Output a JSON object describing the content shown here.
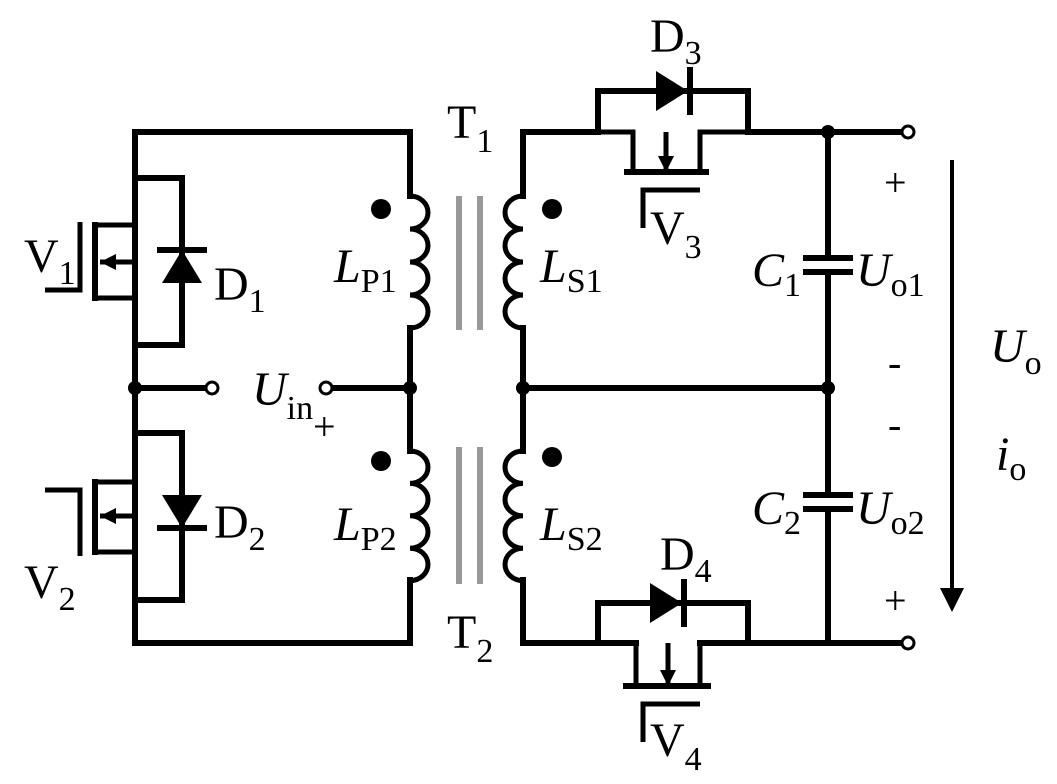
{
  "labels": {
    "V1": {
      "main": "V",
      "sub": "1"
    },
    "V2": {
      "main": "V",
      "sub": "2"
    },
    "V3": {
      "main": "V",
      "sub": "3"
    },
    "V4": {
      "main": "V",
      "sub": "4"
    },
    "D1": {
      "main": "D",
      "sub": "1"
    },
    "D2": {
      "main": "D",
      "sub": "2"
    },
    "D3": {
      "main": "D",
      "sub": "3"
    },
    "D4": {
      "main": "D",
      "sub": "4"
    },
    "T1": {
      "main": "T",
      "sub": "1"
    },
    "T2": {
      "main": "T",
      "sub": "2"
    },
    "Lp1": {
      "main": "L",
      "sub": "P1"
    },
    "Lp2": {
      "main": "L",
      "sub": "P2"
    },
    "Ls1": {
      "main": "L",
      "sub": "S1"
    },
    "Ls2": {
      "main": "L",
      "sub": "S2"
    },
    "C1": {
      "main": "C",
      "sub": "1"
    },
    "C2": {
      "main": "C",
      "sub": "2"
    },
    "Uin": {
      "main": "U",
      "sub": "in"
    },
    "Uo1": {
      "main": "U",
      "sub": "o1"
    },
    "Uo2": {
      "main": "U",
      "sub": "o2"
    },
    "Uo": {
      "main": "U",
      "sub": "o"
    },
    "io": {
      "main": "i",
      "sub": "o"
    }
  },
  "signs": {
    "uin_plus": "+",
    "out_top_plus": "+",
    "mid_minus_1": "-",
    "mid_minus_2": "-",
    "out_bottom_plus": "+"
  }
}
